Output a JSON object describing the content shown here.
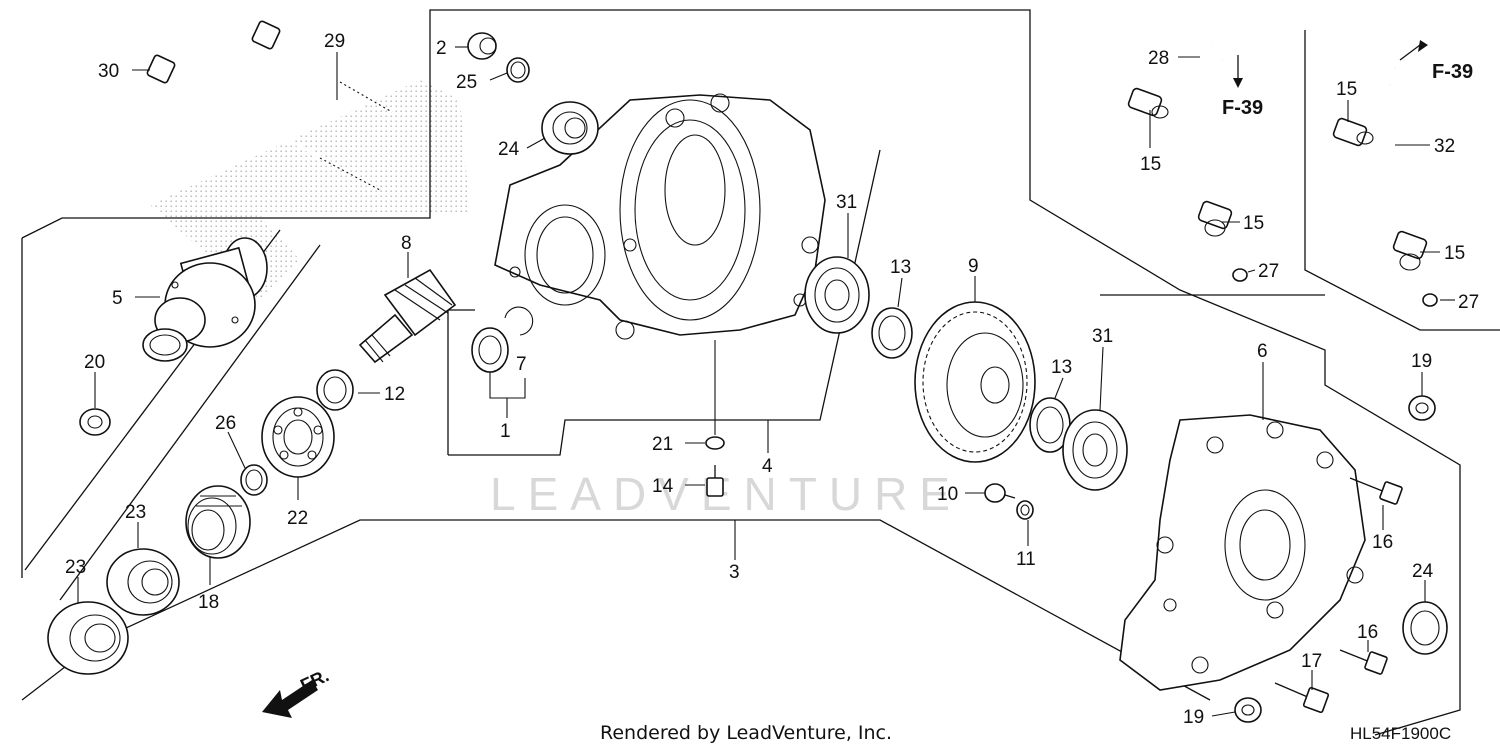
{
  "diagram": {
    "watermark": "LEADVENTURE",
    "credit": "Rendered by LeadVenture, Inc.",
    "drawing_code": "HL54F1900C",
    "direction_label": "FR.",
    "callouts": {
      "c1": "1",
      "c2": "2",
      "c3": "3",
      "c4": "4",
      "c5": "5",
      "c6": "6",
      "c7": "7",
      "c8": "8",
      "c9": "9",
      "c10": "10",
      "c11": "11",
      "c12": "12",
      "c13a": "13",
      "c13b": "13",
      "c14": "14",
      "c15a": "15",
      "c15b": "15",
      "c15c": "15",
      "c15d": "15",
      "c16a": "16",
      "c16b": "16",
      "c17": "17",
      "c18": "18",
      "c19a": "19",
      "c19b": "19",
      "c20": "20",
      "c21": "21",
      "c22": "22",
      "c23a": "23",
      "c23b": "23",
      "c24a": "24",
      "c24b": "24",
      "c25": "25",
      "c26": "26",
      "c27a": "27",
      "c27b": "27",
      "c28": "28",
      "c29": "29",
      "c30": "30",
      "c31a": "31",
      "c31b": "31",
      "c32": "32"
    },
    "refs": {
      "r1": "F-39",
      "r2": "F-39"
    }
  }
}
